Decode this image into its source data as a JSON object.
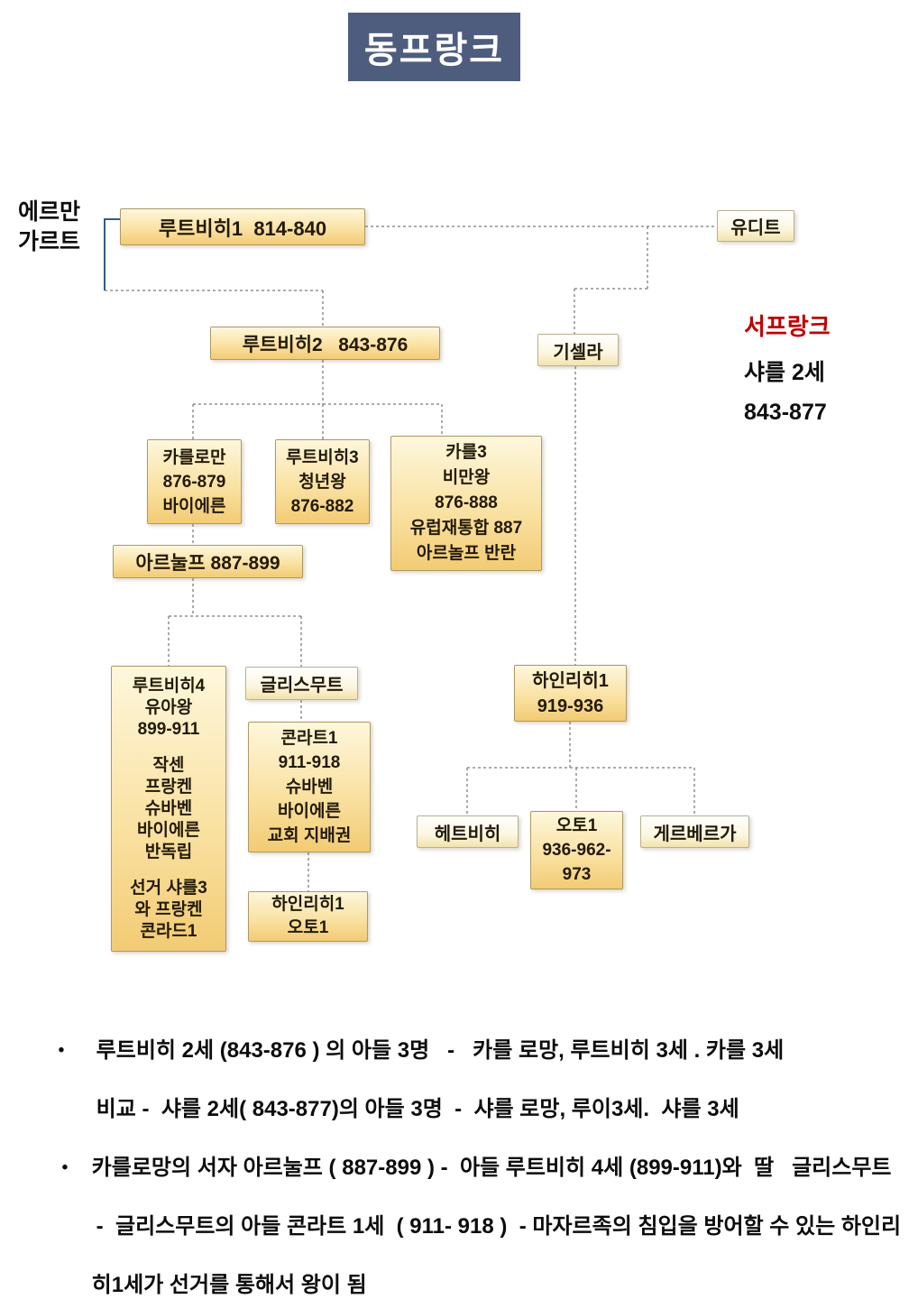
{
  "title": "동프랑크",
  "labels": {
    "ermengarde_line1": "에르만",
    "ermengarde_line2": "가르트",
    "west_francia_heading": "서프랑크",
    "west_francia_name": "샤를 2세",
    "west_francia_years": "843-877"
  },
  "tree": {
    "ludwig1": {
      "text": "루트비히1  814-840"
    },
    "judith": {
      "text": "유디트"
    },
    "ludwig2": {
      "text": "루트비히2   843-876"
    },
    "gisela": {
      "text": "기셀라"
    },
    "carloman": {
      "lines": [
        "카를로만",
        "876-879",
        "바이에른"
      ]
    },
    "ludwig3": {
      "lines": [
        "루트비히3",
        "청년왕",
        "876-882"
      ]
    },
    "karl3": {
      "lines": [
        "카를3",
        "비만왕",
        "876-888",
        "유럽재통합 887",
        "아르놀프 반란"
      ]
    },
    "arnulf": {
      "text": "아르눌프 887-899"
    },
    "ludwig4": {
      "group1": [
        "루트비히4",
        "유아왕",
        "899-911"
      ],
      "group2": [
        "작센",
        "프랑켄",
        "슈바벤",
        "바이에른",
        "반독립"
      ],
      "group3": [
        "선거 샤를3",
        "와 프랑켄",
        "콘라드1"
      ]
    },
    "glismut": {
      "text": "글리스무트"
    },
    "konrad1": {
      "lines": [
        "콘라트1",
        "911-918",
        "슈바벤",
        "바이에른",
        "교회 지배권"
      ]
    },
    "heinrich_otto": {
      "lines": [
        "하인리히1",
        "오토1"
      ]
    },
    "heinrich1": {
      "lines": [
        "하인리히1",
        "919-936"
      ]
    },
    "hedwig": {
      "text": "헤트비히"
    },
    "otto1": {
      "lines": [
        "오토1",
        "936-962-",
        "973"
      ]
    },
    "gerberga": {
      "text": "게르베르가"
    }
  },
  "notes": [
    {
      "bullet": "•",
      "text": "루트비히 2세 (843-876 ) 의 아들 3명   -   카를 로망, 루트비히 3세 . 카를 3세"
    },
    {
      "bullet": "",
      "text": "비교 -  샤를 2세( 843-877)의 아들 3명  -  샤를 로망, 루이3세.  샤를 3세"
    },
    {
      "bullet": "•",
      "text": "카를로망의 서자 아르눌프 ( 887-899 ) -  아들 루트비히 4세 (899-911)와  딸   글리스무트"
    },
    {
      "bullet": "",
      "text": "-  글리스무트의 아들 콘라트 1세  ( 911- 918 )  - 마자르족의 침입을 방어할 수 있는 하인리"
    },
    {
      "bullet": "",
      "text": "히1세가 선거를 통해서 왕이 됨"
    }
  ],
  "colors": {
    "title_bg": "#4e5d7e",
    "box_gold_top": "#fef7dc",
    "box_gold_bottom": "#f2cb74",
    "box_pale_top": "#ffffff",
    "box_pale_bottom": "#f1e3ad",
    "accent_red": "#c00000",
    "bracket_blue": "#2d6086",
    "connector_gray": "#8f8f8f"
  }
}
